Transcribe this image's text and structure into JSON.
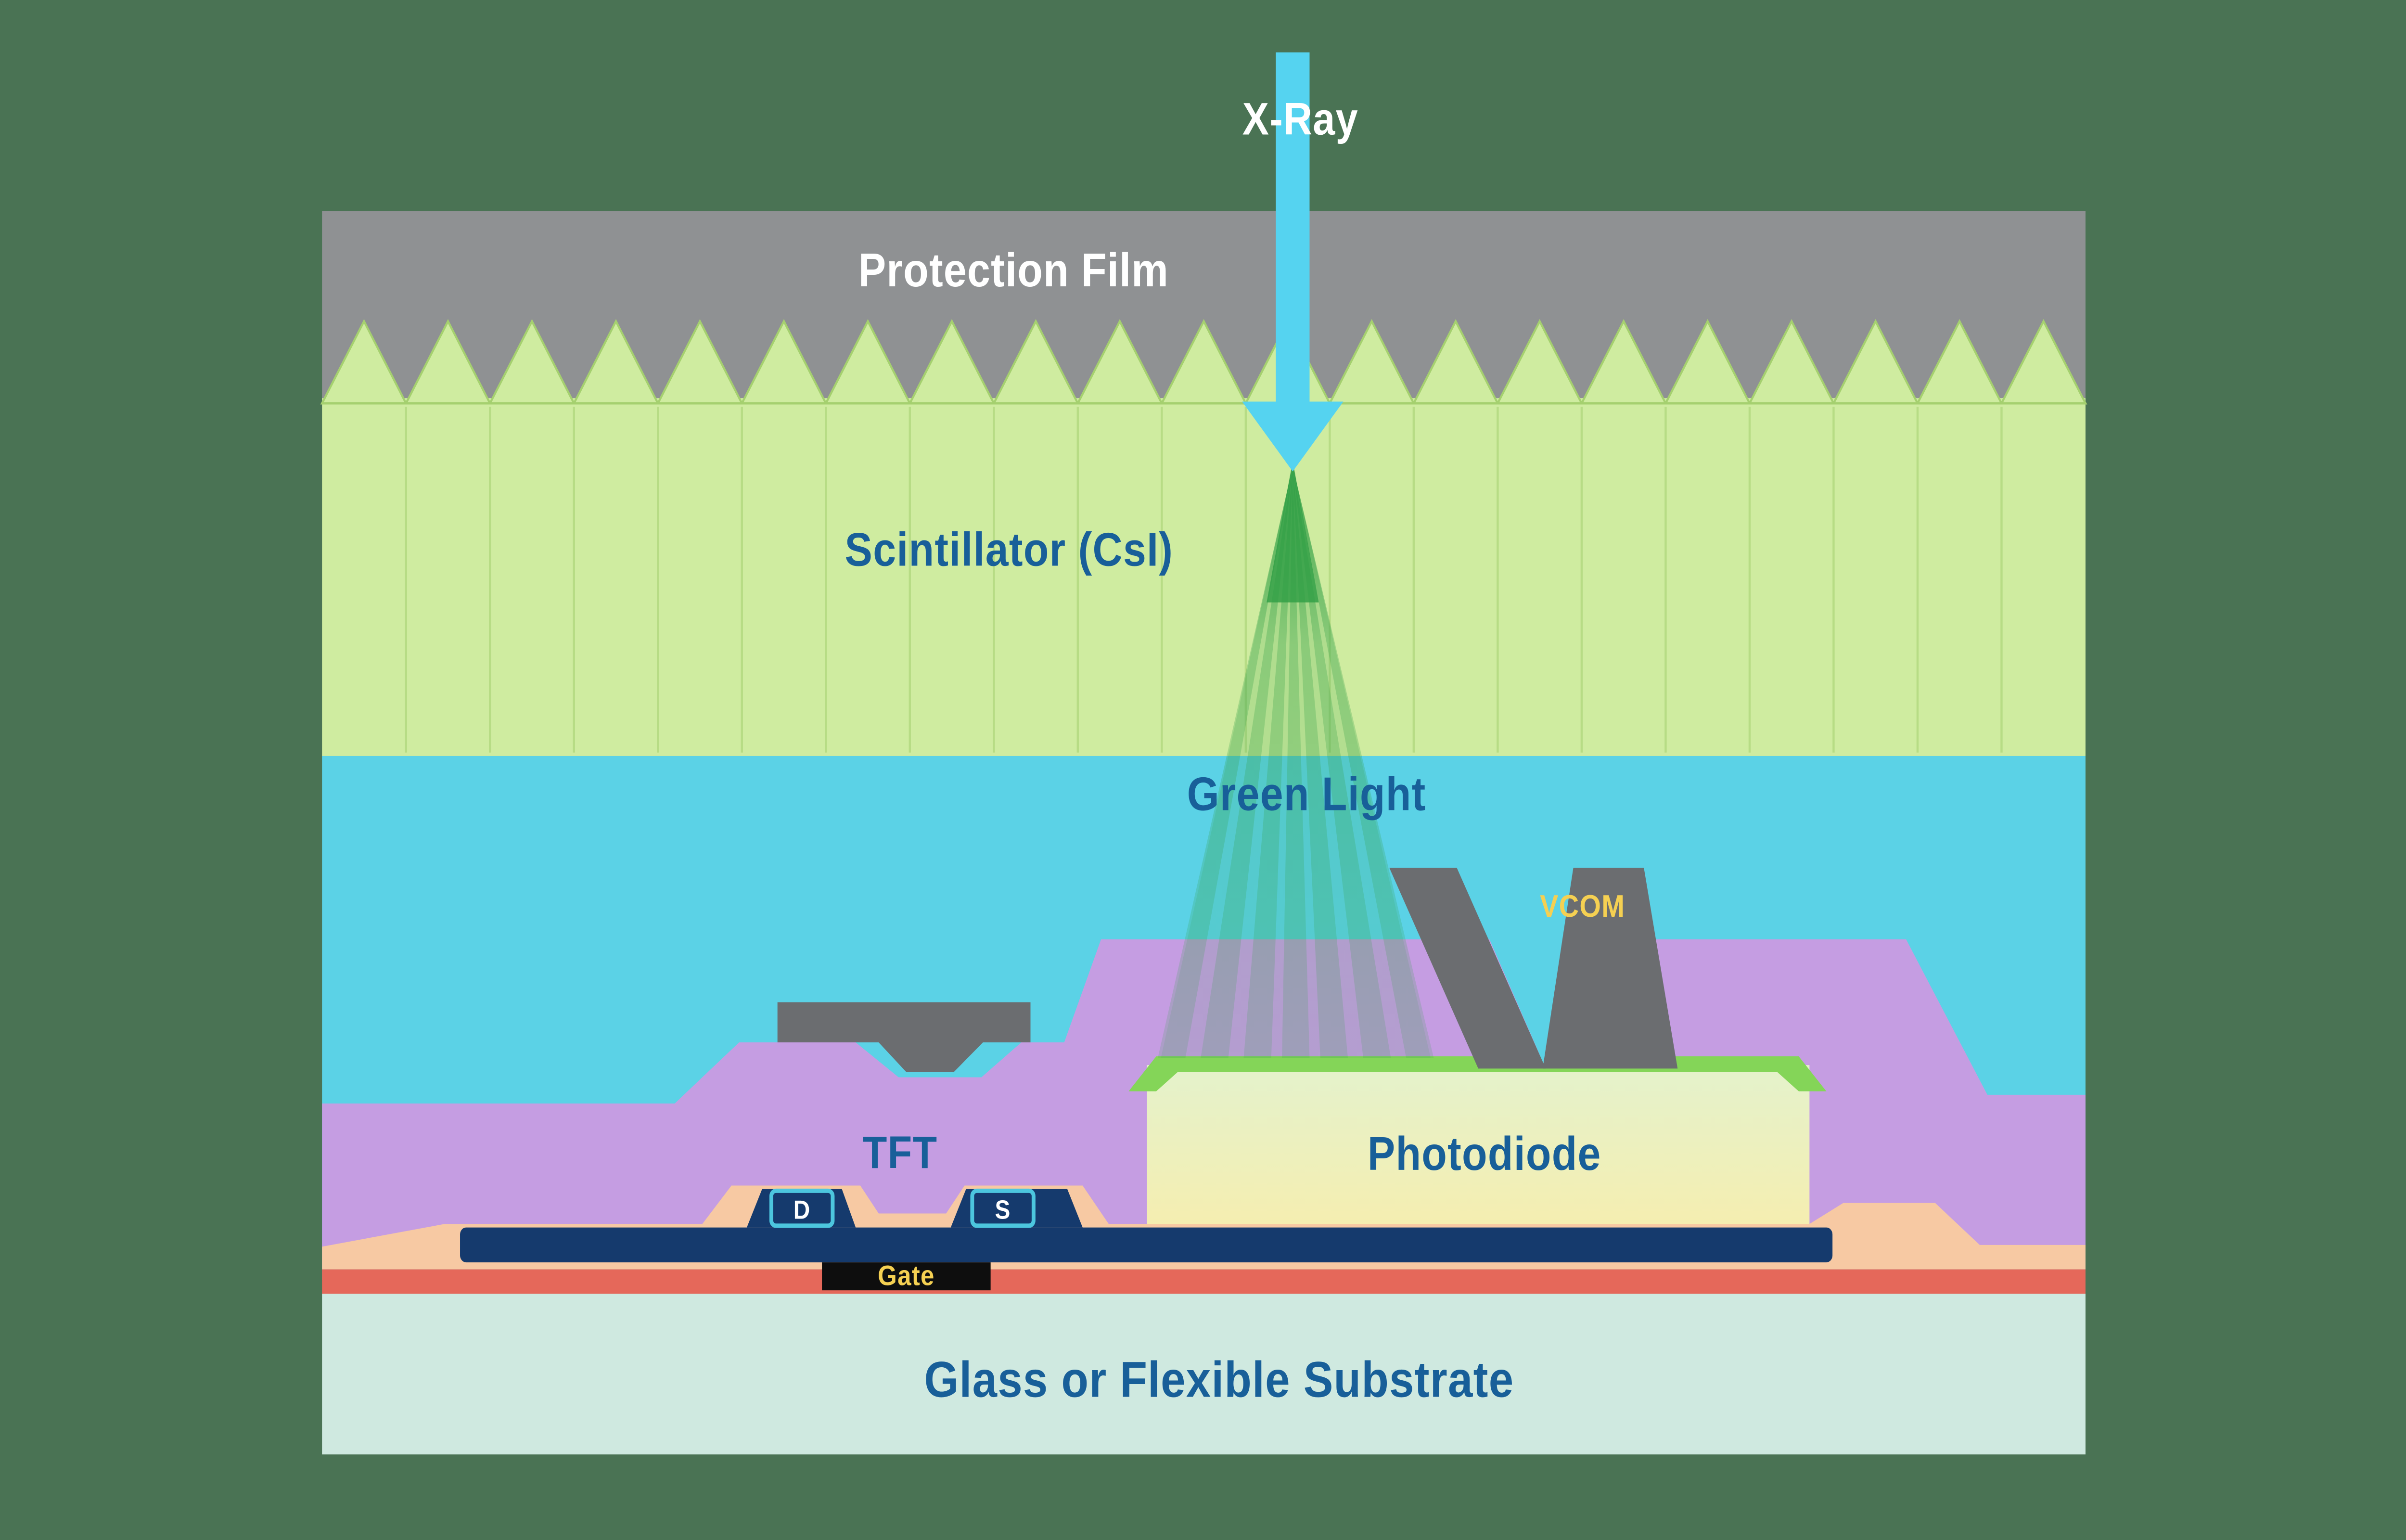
{
  "figure": {
    "scintillator_columns": 21
  },
  "labels": {
    "x_ray": "X-Ray",
    "protection_film": "Protection Film",
    "scintillator": "Scintillator (CsI)",
    "green_light": "Green Light",
    "vcom": "VCOM",
    "tft": "TFT",
    "drain": "D",
    "source": "S",
    "gate": "Gate",
    "photodiode": "Photodiode",
    "substrate": "Glass or Flexible Substrate"
  },
  "colors": {
    "background": "#4a7354",
    "protection_film": "#8f9193",
    "scintillator": "#cfeca0",
    "scintillator_edge": "#a5d06f",
    "air_gap": "#5bd2e6",
    "planarization": "#c59de2",
    "electrode_gray": "#6b6d70",
    "photodiode_top": "#84d558",
    "photodiode_fill_top": "#e4f2cc",
    "photodiode_fill_bottom": "#f5eeb0",
    "metal_navy": "#153a6d",
    "contact_cyan": "#4cc6de",
    "passivation_salmon": "#f7c9a3",
    "gate_line_red": "#e5685a",
    "substrate_mint": "#cfe9e0",
    "gate_black": "#0e0e0e",
    "xray_arrow": "#55d3f0",
    "green_light_ray": "#33a047",
    "label_blue": "#185f99",
    "label_yellow": "#f5d052",
    "label_white": "#ffffff"
  }
}
